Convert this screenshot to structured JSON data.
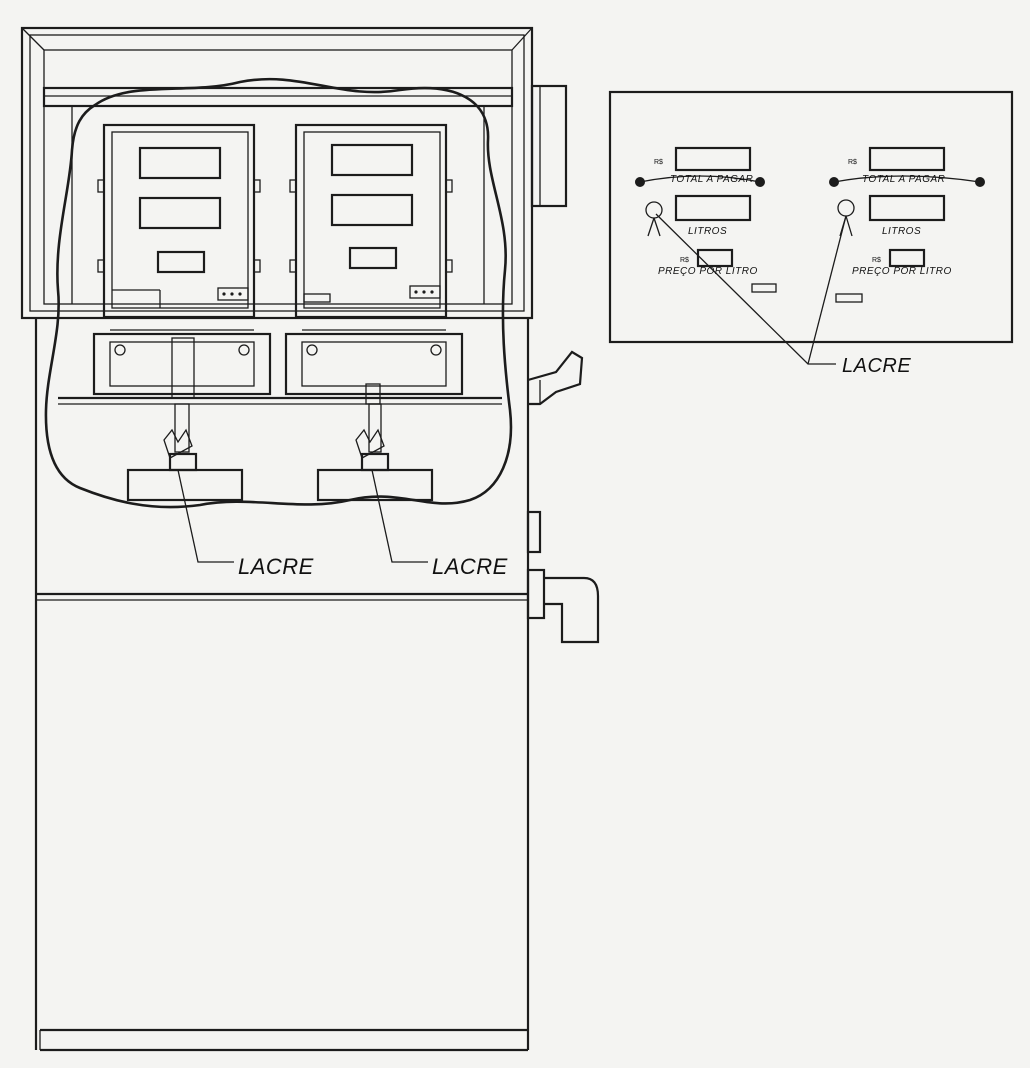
{
  "labels": {
    "seal_left": "LACRE",
    "seal_right": "LACRE",
    "seal_panel": "LACRE"
  },
  "panel": {
    "left": {
      "currency_total": "R$",
      "total_label": "TOTAL A PAGAR",
      "liters_label": "LITROS",
      "currency_price": "R$",
      "price_label": "PREÇO POR LITRO"
    },
    "right": {
      "currency_total": "R$",
      "total_label": "TOTAL A PAGAR",
      "liters_label": "LITROS",
      "currency_price": "R$",
      "price_label": "PREÇO POR LITRO"
    }
  }
}
